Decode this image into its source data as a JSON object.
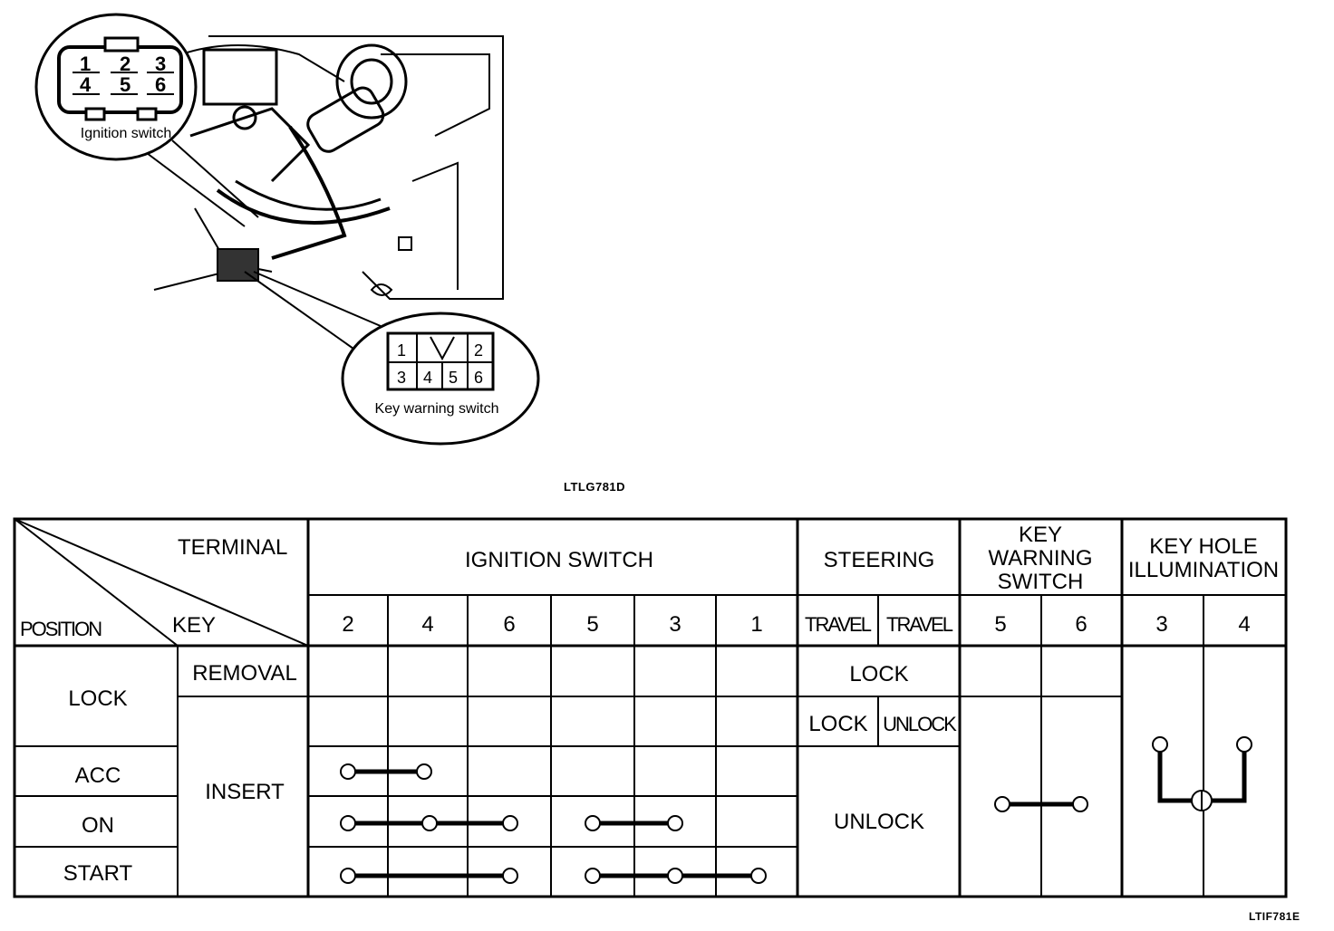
{
  "illustration": {
    "ignition_label": "Ignition switch",
    "key_warning_label": "Key warning switch",
    "ignition_pins": [
      "1",
      "2",
      "3",
      "4",
      "5",
      "6"
    ],
    "key_warning_pins": [
      "1",
      "2",
      "3",
      "4",
      "5",
      "6"
    ]
  },
  "figure_codes": {
    "top": "LTLG781D",
    "bottom": "LTIF781E"
  },
  "table": {
    "corner": {
      "terminal": "TERMINAL",
      "position": "POSITION",
      "key": "KEY"
    },
    "groups": {
      "ignition": "IGNITION SWITCH",
      "steering": "STEERING",
      "key_warning": [
        "KEY",
        "WARNING",
        "SWITCH"
      ],
      "key_hole": [
        "KEY HOLE",
        "ILLUMINATION"
      ]
    },
    "terminals": {
      "ignition": [
        "2",
        "4",
        "6",
        "5",
        "3",
        "1"
      ],
      "steering": [
        "TRAVEL",
        "TRAVEL"
      ],
      "key_warning": [
        "5",
        "6"
      ],
      "key_hole": [
        "3",
        "4"
      ]
    },
    "positions": {
      "lock": "LOCK",
      "acc": "ACC",
      "on": "ON",
      "start": "START"
    },
    "key_states": {
      "removal": "REMOVAL",
      "insert": "INSERT"
    },
    "steering_states": {
      "lock": "LOCK",
      "lock2": "LOCK",
      "unlock_small": "UNLOCK",
      "unlock": "UNLOCK"
    },
    "connections": {
      "acc": [
        [
          "2",
          "4"
        ]
      ],
      "on": [
        [
          "2",
          "4",
          "6"
        ],
        [
          "5",
          "3"
        ]
      ],
      "start": [
        [
          "2",
          "6"
        ],
        [
          "5",
          "3",
          "1"
        ]
      ],
      "key_warning_insert": [
        [
          "5",
          "6"
        ]
      ],
      "key_hole_insert": [
        [
          "3",
          "4"
        ]
      ]
    }
  }
}
